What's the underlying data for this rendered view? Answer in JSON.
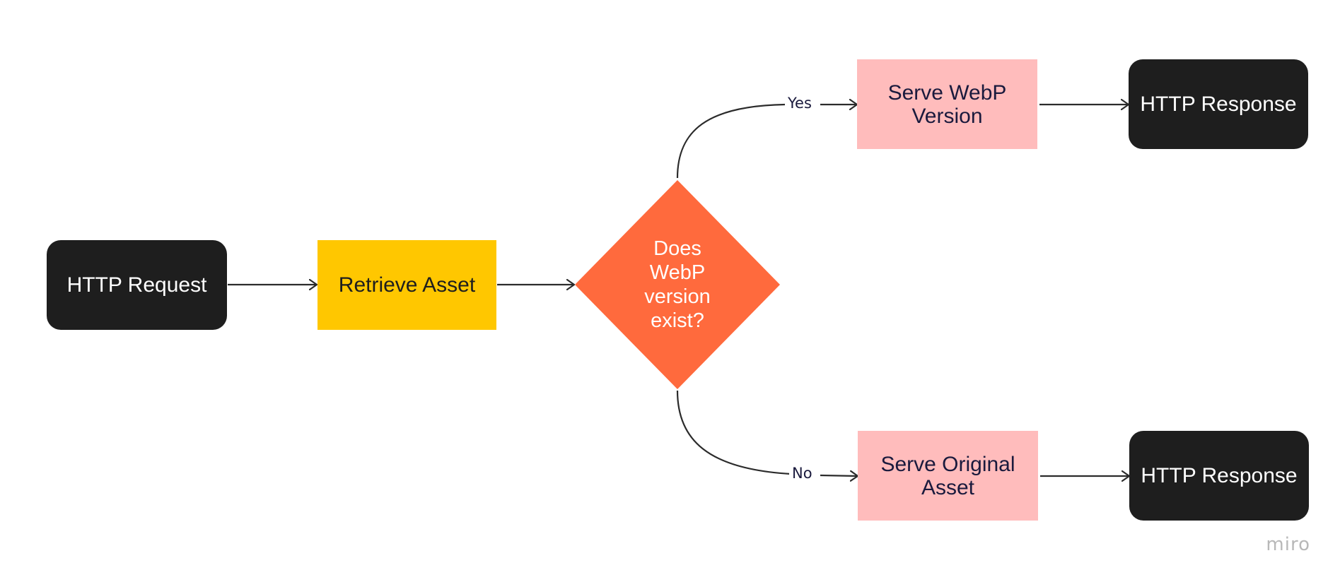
{
  "diagram": {
    "nodes": {
      "http_request": "HTTP Request",
      "retrieve_asset": "Retrieve Asset",
      "decision": "Does WebP version exist?",
      "serve_webp": "Serve WebP Version",
      "serve_original": "Serve Original Asset",
      "http_response_top": "HTTP Response",
      "http_response_bottom": "HTTP Response"
    },
    "edge_labels": {
      "yes": "Yes",
      "no": "No"
    },
    "colors": {
      "terminal": "#1e1e1e",
      "retrieve": "#ffc700",
      "decision": "#ff6a3d",
      "serve": "#ffbcbc",
      "connector": "#2b2b2b"
    }
  },
  "watermark": "miro"
}
